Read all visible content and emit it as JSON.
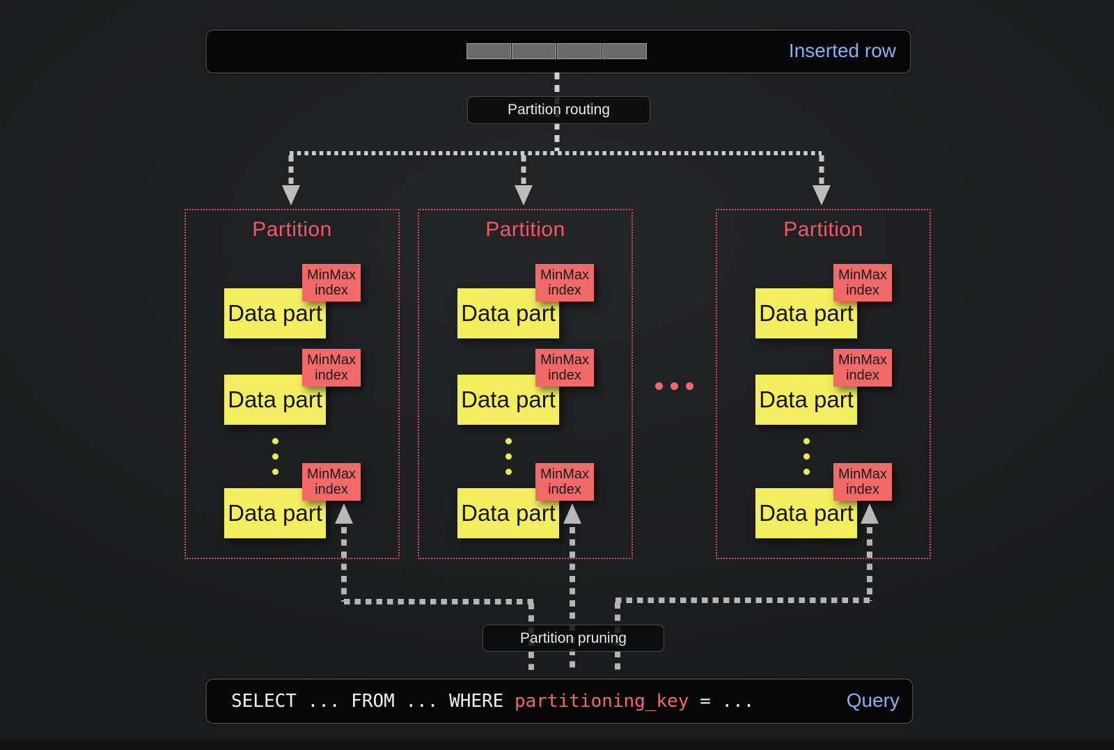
{
  "header_bar": {
    "label": "Inserted row",
    "segment_count": 4
  },
  "routing": {
    "label": "Partition routing"
  },
  "partitions": [
    {
      "title": "Partition",
      "parts": [
        {
          "label": "Data part",
          "tag": "MinMax index"
        },
        {
          "label": "Data part",
          "tag": "MinMax index"
        },
        {
          "label": "Data part",
          "tag": "MinMax index"
        }
      ]
    },
    {
      "title": "Partition",
      "parts": [
        {
          "label": "Data part",
          "tag": "MinMax index"
        },
        {
          "label": "Data part",
          "tag": "MinMax index"
        },
        {
          "label": "Data part",
          "tag": "MinMax index"
        }
      ]
    },
    {
      "title": "Partition",
      "parts": [
        {
          "label": "Data part",
          "tag": "MinMax index"
        },
        {
          "label": "Data part",
          "tag": "MinMax index"
        },
        {
          "label": "Data part",
          "tag": "MinMax index"
        }
      ]
    }
  ],
  "more_partitions_ellipsis": {
    "dot_count": 3
  },
  "pruning": {
    "label": "Partition pruning"
  },
  "query": {
    "sql_prefix": "SELECT ... FROM ... WHERE ",
    "sql_key": "partitioning_key",
    "sql_suffix": " = ...",
    "label": "Query"
  },
  "colors": {
    "background": "#1e1f20",
    "bar_fill": "#070708",
    "accent_blue": "#86b1f4",
    "partition_red": "#f25862",
    "tag_red": "#f26a68",
    "part_yellow": "#f2ee5d",
    "connector_gray": "#c9c9c9"
  }
}
